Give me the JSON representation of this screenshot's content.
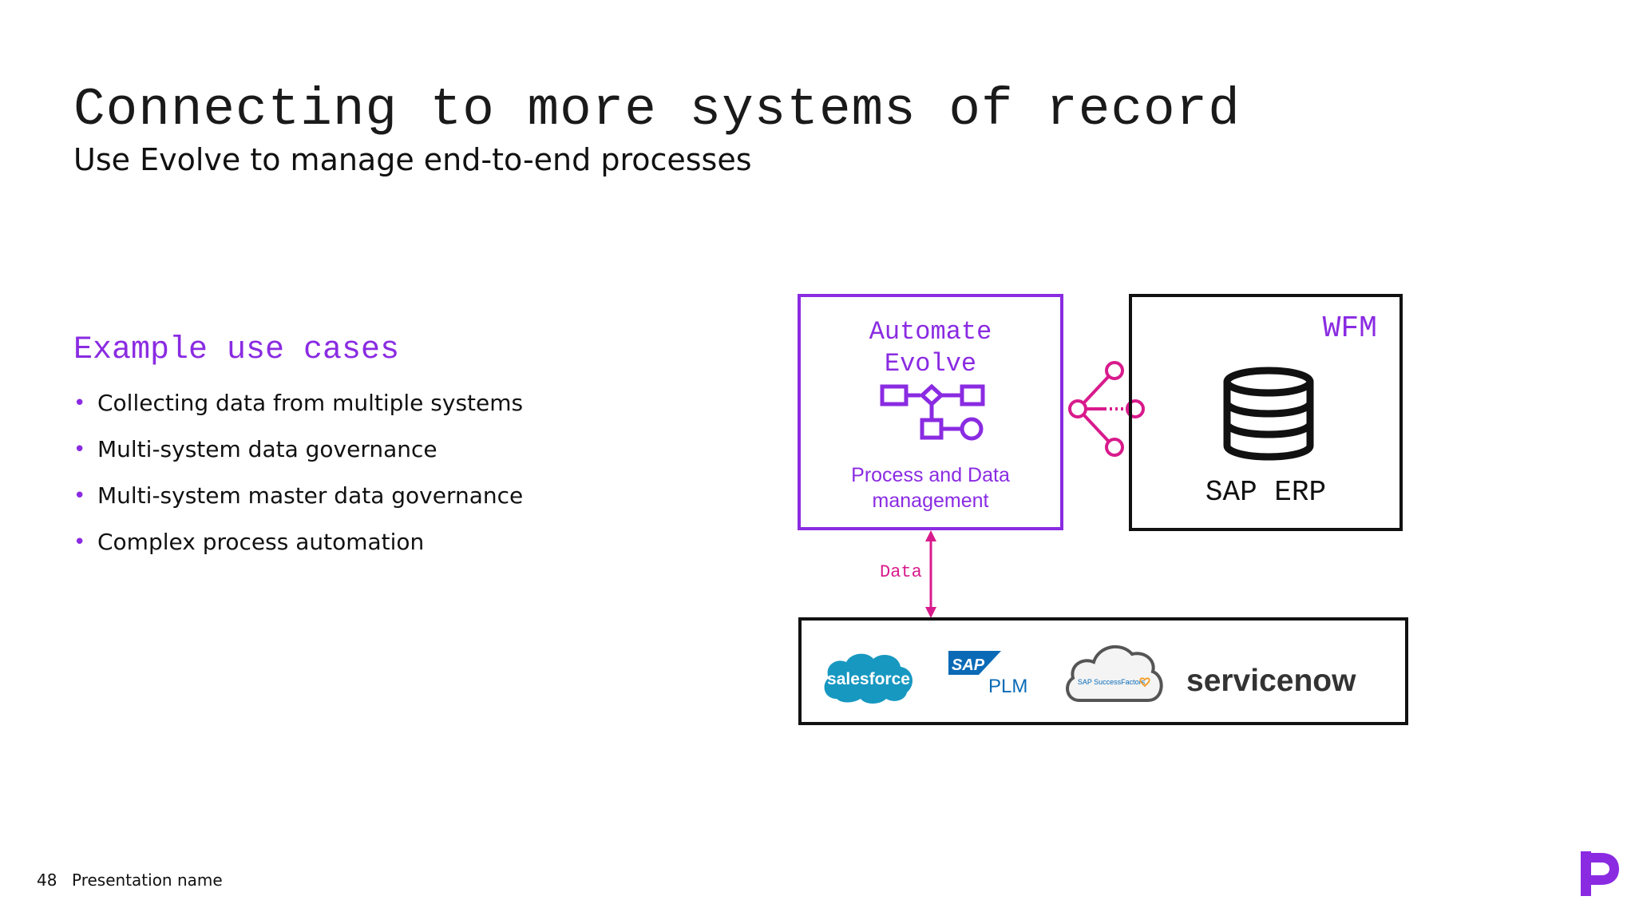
{
  "slide": {
    "title": "Connecting to more systems of record",
    "subtitle": "Use Evolve to manage end-to-end processes"
  },
  "use_cases": {
    "heading": "Example use cases",
    "bullet": "•",
    "items": [
      "Collecting data from multiple systems",
      "Multi-system data governance",
      "Multi-system master data governance",
      "Complex process automation"
    ]
  },
  "diagram": {
    "evolve_box": {
      "title_line1": "Automate",
      "title_line2": "Evolve",
      "caption_line1": "Process and Data",
      "caption_line2": "management",
      "icon": "process-flow-icon"
    },
    "wfm_box": {
      "label": "WFM",
      "system": "SAP ERP",
      "icon": "database-icon"
    },
    "connector_icon": "hub-connector-icon",
    "data_arrow_label": "Data",
    "systems_box": {
      "logos": [
        {
          "name": "salesforce-logo",
          "text": "salesforce"
        },
        {
          "name": "sap-plm-logo",
          "text": "SAP",
          "sub": "PLM"
        },
        {
          "name": "sap-successfactors-logo",
          "text": "SAP SuccessFactors"
        },
        {
          "name": "servicenow-logo",
          "text": "servicenow"
        }
      ]
    },
    "colors": {
      "accent": "#8a2be2",
      "connector": "#d81b8c",
      "salesforce": "#1798c1",
      "sap": "#0a6ab6"
    }
  },
  "footer": {
    "page_number": "48",
    "presentation_name": "Presentation name",
    "brand_icon": "p-brand-logo-icon"
  }
}
